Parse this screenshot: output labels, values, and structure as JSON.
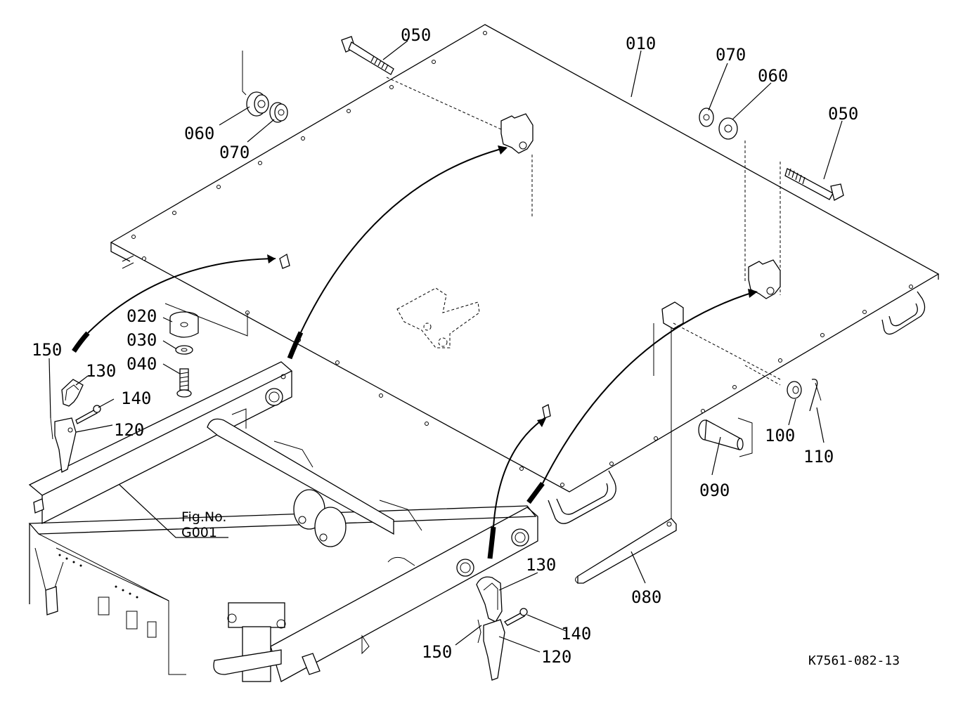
{
  "diagram": {
    "callouts": {
      "p010": "010",
      "p020": "020",
      "p030": "030",
      "p040": "040",
      "p050_top": "050",
      "p050_right": "050",
      "p060_left": "060",
      "p060_right": "060",
      "p070_left": "070",
      "p070_right": "070",
      "p080": "080",
      "p090": "090",
      "p100": "100",
      "p110": "110",
      "p120_left": "120",
      "p120_bottom": "120",
      "p130_left": "130",
      "p130_bottom": "130",
      "p140_left": "140",
      "p140_bottom": "140",
      "p150_left": "150",
      "p150_bottom": "150"
    },
    "fig_ref": {
      "line1": "Fig.No.",
      "line2": "G001"
    },
    "drawing_code": "K7561-082-13"
  }
}
